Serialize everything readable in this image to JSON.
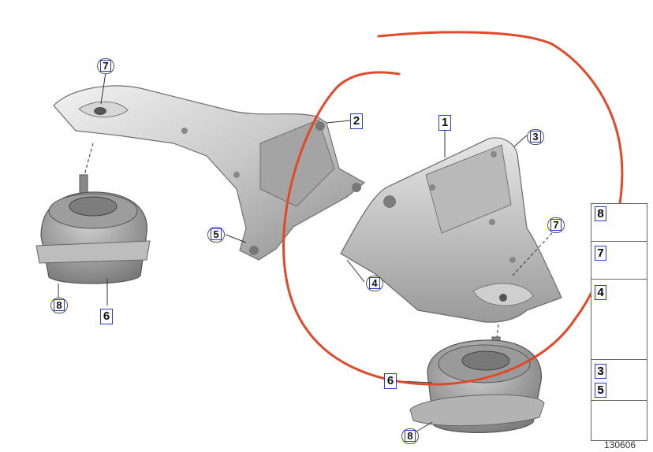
{
  "callouts": {
    "c1": "1",
    "c2": "2",
    "c3": "3",
    "c4": "4",
    "c5": "5",
    "c6a": "6",
    "c6b": "6",
    "c7a": "7",
    "c7b": "7",
    "c8a": "8",
    "c8b": "8"
  },
  "legend": {
    "rows": [
      "8",
      "7",
      "4",
      "3",
      "5"
    ]
  },
  "document_id": "130606",
  "colors": {
    "markup_stroke": "#e04a2a",
    "callout_border": "#2a3bd0"
  }
}
